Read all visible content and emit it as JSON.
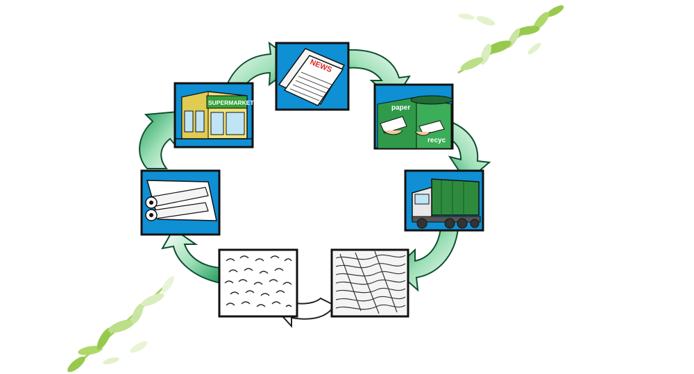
{
  "diagram": {
    "type": "paper-recycling-cycle",
    "steps": [
      {
        "id": "supermarket",
        "sign_text": "SUPERMARKET"
      },
      {
        "id": "newspaper",
        "headline_text": "NEWS"
      },
      {
        "id": "recycle-bins",
        "bin_label_paper": "paper",
        "bin_label_recycle": "recyc"
      },
      {
        "id": "garbage-truck"
      },
      {
        "id": "shredded-paper"
      },
      {
        "id": "paper-pulp"
      },
      {
        "id": "paper-rolls"
      }
    ],
    "colors": {
      "panel_blue": "#0f8fd4",
      "panel_border": "#111111",
      "arrow_green": "#1f9a5a",
      "arrow_light": "#ffffff",
      "bin_green": "#2f9a4a",
      "store_green": "#38a03c",
      "truck_green": "#2e8b3e",
      "leaf_green": "#8cc43c"
    }
  }
}
